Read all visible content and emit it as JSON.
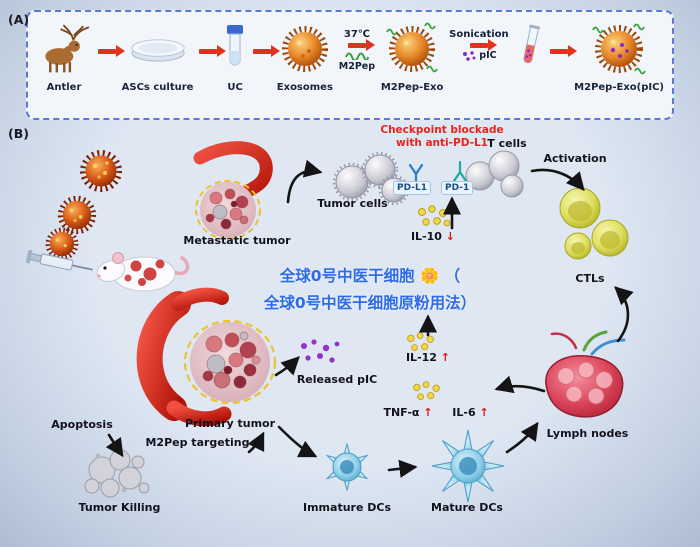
{
  "panelA": {
    "label": "(A)",
    "steps": [
      "Antler",
      "ASCs culture",
      "UC",
      "Exosomes",
      "M2Pep-Exo",
      "M2Pep-Exo(pIC)"
    ],
    "arrow1": {
      "top": "37℃",
      "bottom": "M2Pep"
    },
    "arrow2": {
      "top": "Sonication",
      "bottom": "pIC"
    }
  },
  "panelB": {
    "label": "(B)",
    "checkpoint": {
      "line1": "Checkpoint blockade",
      "line2": "with anti-PD-L1"
    },
    "labels": {
      "t_cells": "T cells",
      "activation": "Activation",
      "tumor_cells": "Tumor cells",
      "metastatic_tumor": "Metastatic tumor",
      "primary_tumor": "Primary tumor",
      "m2pep_targeting": "M2Pep targeting",
      "apoptosis": "Apoptosis",
      "tumor_killing": "Tumor Killing",
      "released_pic": "Released pIC",
      "immature_dcs": "Immature DCs",
      "mature_dcs": "Mature DCs",
      "ctls": "CTLs",
      "lymph_nodes": "Lymph nodes",
      "pd_l1": "PD-L1",
      "pd_1": "PD-1"
    },
    "cytokines": {
      "il10": {
        "name": "IL-10",
        "dir": "↓"
      },
      "il12": {
        "name": "IL-12",
        "dir": "↑"
      },
      "tnfa": {
        "name": "TNF-α",
        "dir": "↑"
      },
      "il6": {
        "name": "IL-6",
        "dir": "↑"
      }
    },
    "icons": [
      "deer-icon",
      "petri-dish-icon",
      "centrifuge-tube-icon",
      "exosome-icon",
      "syringe-icon",
      "mouse-icon",
      "tumor-icon",
      "lymph-node-icon",
      "dendritic-cell-icon",
      "virus-particle-icon"
    ]
  },
  "watermark": {
    "line1": "全球0号中医干细胞 🌼 （",
    "line2": "全球0号中医干细胞原粉用法）"
  },
  "colors": {
    "accent_red": "#e2311f",
    "checkpoint_red": "#e8231a",
    "watermark_blue": "#2e6ce6",
    "dashed_border_blue": "#5b77d8"
  }
}
